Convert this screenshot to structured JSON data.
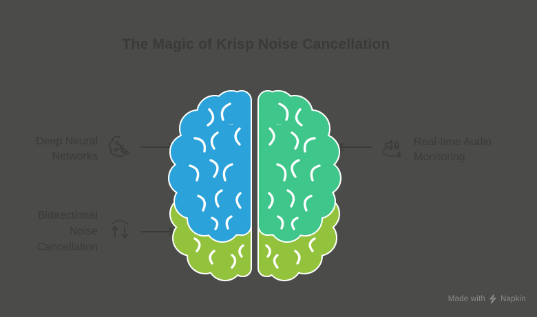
{
  "title": "The Magic of Krisp Noise Cancellation",
  "colors": {
    "background": "#4B4B49",
    "title_text": "#3A3A38",
    "label_text": "#3A3A38",
    "watermark_text": "#8B8B89",
    "hemisphere_left_top": "#2BA2D9",
    "hemisphere_right_top": "#3FC68A",
    "hemisphere_bottom": "#93C23C",
    "brain_outline": "#FFFFFF"
  },
  "labels": {
    "left_top": {
      "text": "Deep Neural Networks",
      "icon": "neural-network-brain-icon"
    },
    "left_bottom": {
      "text": "Bidirectional Noise Cancellation",
      "icon": "bidirectional-arrows-icon"
    },
    "right": {
      "text": "Real-time Audio Monitoring",
      "icon": "audio-monitoring-speaker-icon"
    }
  },
  "watermark": {
    "made_with": "Made with",
    "brand": "Napkin",
    "icon": "napkin-logo-icon"
  }
}
